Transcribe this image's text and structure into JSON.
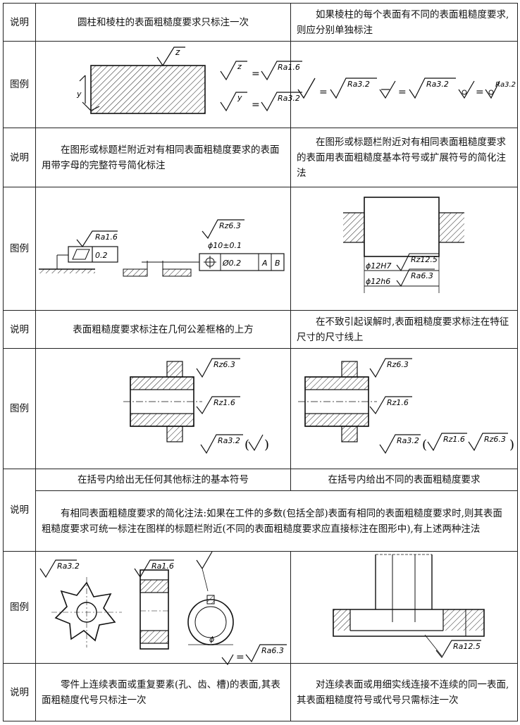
{
  "labels": {
    "desc": "说明",
    "fig": "图例"
  },
  "row1": {
    "left": "圆柱和棱柱的表面粗糙度要求只标注一次",
    "right": "如果棱柱的每个表面有不同的表面粗糙度要求,则应分别单独标注"
  },
  "fig1": {
    "z": "z",
    "y": "y",
    "eq": "=",
    "ra16": "Ra1.6",
    "ra32": "Ra3.2"
  },
  "fig1r": {
    "eq": "=",
    "ra32": "Ra3.2"
  },
  "row2": {
    "left": "在图形或标题栏附近对有相同表面粗糙度要求的表面用带字母的完整符号简化标注",
    "right": "在图形或标题栏附近对有相同表面粗糙度要求的表面用表面粗糙度基本符号或扩展符号的简化注法"
  },
  "fig2": {
    "ra16": "Ra1.6",
    "tol1": "0.2",
    "rz63": "Rz6.3",
    "dim": "ϕ10±0.1",
    "tol2": "Ø0.2",
    "datumA": "A",
    "datumB": "B"
  },
  "fig2r": {
    "d1": "ϕ12H7",
    "rz125": "Rz12.5",
    "d2": "ϕ12h6",
    "ra63": "Ra6.3"
  },
  "row3": {
    "left": "表面粗糙度要求标注在几何公差框格的上方",
    "right": "在不致引起误解时,表面粗糙度要求标注在特征尺寸的尺寸线上"
  },
  "fig3": {
    "rz63": "Rz6.3",
    "rz16": "Rz1.6",
    "ra32": "Ra3.2"
  },
  "fig3r": {
    "rz63": "Rz6.3",
    "rz16": "Rz1.6",
    "ra32": "Ra3.2"
  },
  "row4": {
    "left": "在括号内给出无任何其他标注的基本符号",
    "right": "在括号内给出不同的表面粗糙度要求",
    "full": "有相同表面粗糙度要求的简化注法:如果在工件的多数(包括全部)表面有相同的表面粗糙度要求时,则其表面粗糙度要求可统一标注在图样的标题栏附近(不同的表面粗糙度要求应直接标注在图形中),有上述两种注法"
  },
  "fig4": {
    "ra32": "Ra3.2",
    "ra16": "Ra1.6",
    "phi": "ϕ",
    "eq": "=",
    "ra63": "Ra6.3"
  },
  "fig4r": {
    "ra125": "Ra12.5"
  },
  "row5": {
    "left": "零件上连续表面或重复要素(孔、齿、槽)的表面,其表面粗糙度代号只标注一次",
    "right": "对连续表面或用细实线连接不连续的同一表面,其表面粗糙度符号或代号只需标注一次"
  }
}
